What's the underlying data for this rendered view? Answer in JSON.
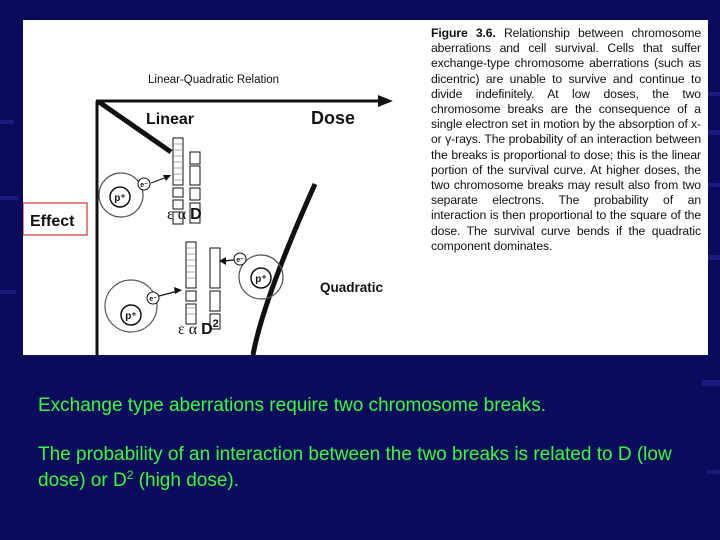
{
  "figure": {
    "diagram": {
      "title": "Linear-Quadratic Relation",
      "linear_label": "Linear",
      "dose_label": "Dose",
      "effect_label": "Effect",
      "quadratic_label": "Quadratic",
      "proton_label": "p⁺",
      "electron_label": "e⁻",
      "eq1": {
        "lhs": "ε α ",
        "rhs": "D"
      },
      "eq2": {
        "lhs": "ε α ",
        "rhs": "D",
        "exp": "2"
      }
    },
    "caption": {
      "label": "Figure 3.6.",
      "text": "Relationship between chromosome aberrations and cell survival. Cells that suffer exchange-type chromosome aberrations (such as dicentric) are unable to survive and continue to divide indefinitely. At low doses, the two chromosome breaks are the consequence of a single electron set in motion by the absorption of x- or γ-rays. The probability of an interaction between the breaks is proportional to dose; this is the linear portion of the survival curve. At higher doses, the two chromosome breaks may result also from two separate electrons. The probability of an interaction is then proportional to the square of the dose. The survival curve bends if the quadratic component dominates."
    }
  },
  "text": {
    "line1": "Exchange type aberrations require two chromosome breaks.",
    "line2_part1": "The probability of an interaction between the two breaks is related to D (low dose) or D",
    "line2_sup": "2",
    "line2_part2": " (high dose)."
  },
  "colors": {
    "background": "#0b0b5e",
    "text": "#33ff33",
    "panel": "#ffffff",
    "effect_box": "#cc3333"
  }
}
